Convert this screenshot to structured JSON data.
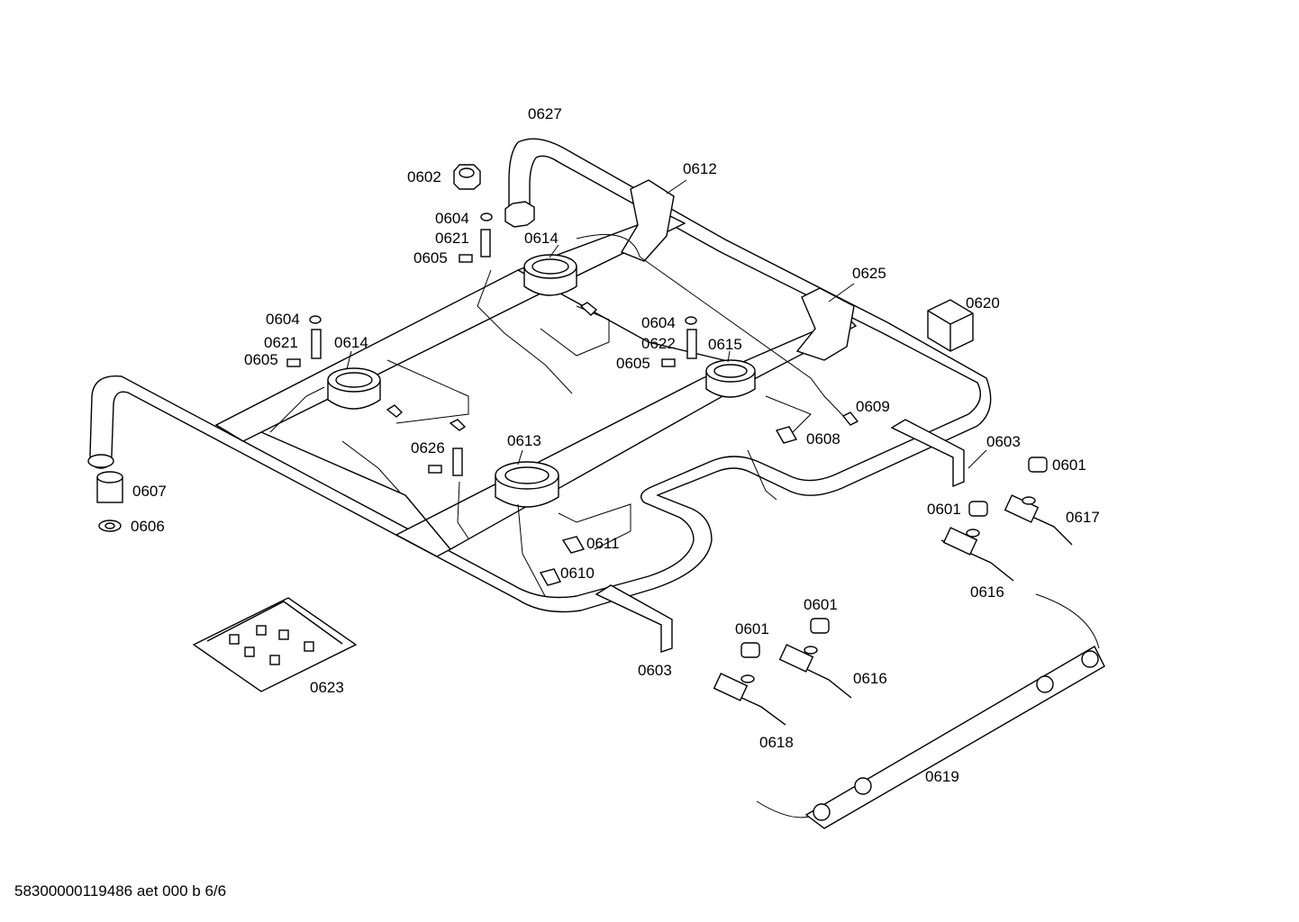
{
  "labels": [
    "0627",
    "0602",
    "0612",
    "0604",
    "0621",
    "0605",
    "0614",
    "0625",
    "0620",
    "0604",
    "0621",
    "0605",
    "0614",
    "0604",
    "0622",
    "0605",
    "0615",
    "0609",
    "0608",
    "0603",
    "0601",
    "0601",
    "0617",
    "0626",
    "0613",
    "0607",
    "0606",
    "0611",
    "0610",
    "0616",
    "0601",
    "0601",
    "0616",
    "0623",
    "0603",
    "0618",
    "0619"
  ],
  "footer": "58300000119486 aet 000 b 6/6"
}
